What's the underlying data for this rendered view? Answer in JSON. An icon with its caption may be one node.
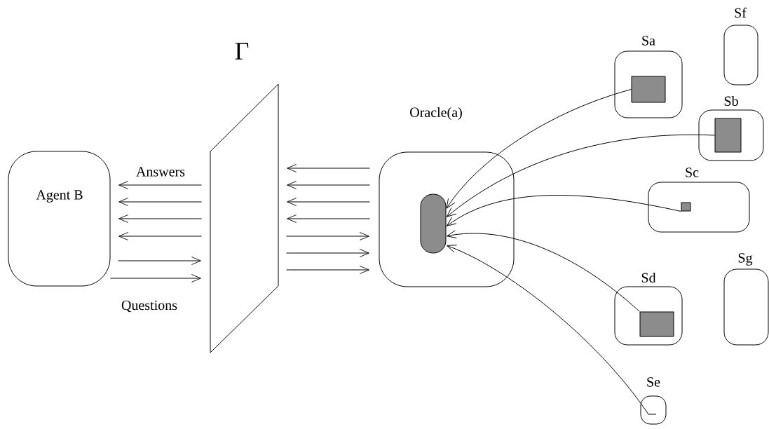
{
  "diagram": {
    "nodes": [
      {
        "text": [
          "Agent B"
        ]
      },
      {
        "text": [
          "Γ"
        ]
      },
      {
        "text": [
          "Oracle(a)"
        ]
      },
      {
        "text": [],
        "shape": "capsule",
        "in": 2
      },
      {
        "text": [
          "Sa"
        ]
      },
      {
        "text": [],
        "shape": "box",
        "in": 4
      },
      {
        "text": [
          "Sf"
        ]
      },
      {
        "text": [
          "Sb"
        ]
      },
      {
        "text": [],
        "shape": "box",
        "in": 7
      },
      {
        "text": [
          "Sc"
        ]
      },
      {
        "text": [],
        "shape": "box",
        "in": 9
      },
      {
        "text": [
          "Sd"
        ]
      },
      {
        "text": [],
        "shape": "box",
        "in": 11
      },
      {
        "text": [
          "Sg"
        ]
      },
      {
        "text": [
          "Se"
        ]
      }
    ],
    "edges": [
      {
        "from": 1,
        "to": 0,
        "arrow": "to"
      },
      {
        "from": 1,
        "to": 0,
        "arrow": "to"
      },
      {
        "from": 1,
        "to": 0,
        "arrow": "to"
      },
      {
        "from": 1,
        "to": 0,
        "arrow": "to"
      },
      {
        "from": 0,
        "to": 1,
        "arrow": "to"
      },
      {
        "from": 0,
        "to": 1,
        "arrow": "to"
      },
      {
        "from": 2,
        "to": 1,
        "arrow": "to"
      },
      {
        "from": 2,
        "to": 1,
        "arrow": "to"
      },
      {
        "from": 2,
        "to": 1,
        "arrow": "to"
      },
      {
        "from": 2,
        "to": 1,
        "arrow": "to"
      },
      {
        "from": 1,
        "to": 2,
        "arrow": "to"
      },
      {
        "from": 1,
        "to": 2,
        "arrow": "to"
      },
      {
        "from": 1,
        "to": 2,
        "arrow": "to"
      },
      {
        "from": 5,
        "to": 3,
        "arrow": "to"
      },
      {
        "from": 8,
        "to": 3,
        "arrow": "to"
      },
      {
        "from": 10,
        "to": 3,
        "arrow": "to"
      },
      {
        "from": 12,
        "to": 3,
        "arrow": "to"
      },
      {
        "from": 14,
        "to": 3,
        "arrow": "to"
      }
    ],
    "labels": [
      "Answers",
      "Questions"
    ]
  }
}
